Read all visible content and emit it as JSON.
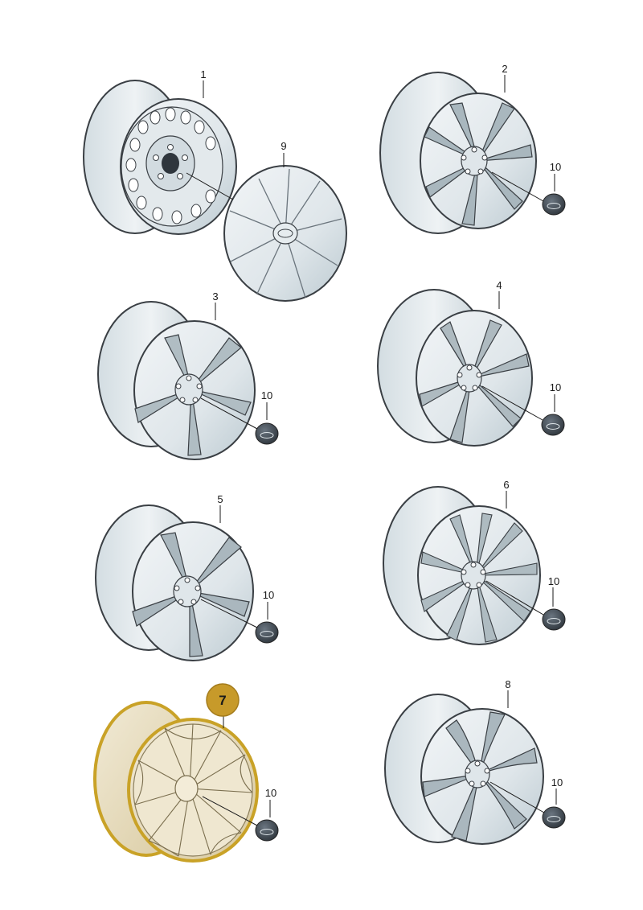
{
  "diagram": {
    "callouts": {
      "c1": "1",
      "c2": "2",
      "c3": "3",
      "c4": "4",
      "c5": "5",
      "c6": "6",
      "c7": "7",
      "c8": "8",
      "c9": "9",
      "c10": "10"
    },
    "highlighted_part": "7",
    "colors": {
      "highlight": "#c9a227",
      "badge": "#c79a2a",
      "wheel_fill": "#e6ecef",
      "wheel_shade": "#b9c6cc",
      "outline": "#3a3f44",
      "cap": "#3d4650"
    }
  }
}
